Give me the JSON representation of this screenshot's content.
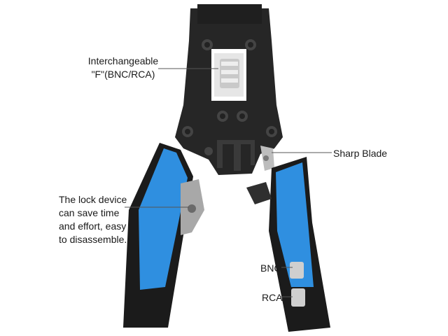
{
  "product_image": {
    "subject": "crimping-tool",
    "colors": {
      "handle_blue": "#2f8fe0",
      "handle_dark": "#1b1b1b",
      "metal_dark": "#2b2b2b",
      "chrome": "#d7d7d7"
    }
  },
  "callouts": {
    "interchangeable": "Interchangeable\n\"F\"(BNC/RCA)",
    "sharp_blade": "Sharp Blade",
    "lock_device": "The lock device\ncan save time\nand effort, easy\nto disassemble.",
    "bnc": "BNC",
    "rca": "RCA"
  }
}
